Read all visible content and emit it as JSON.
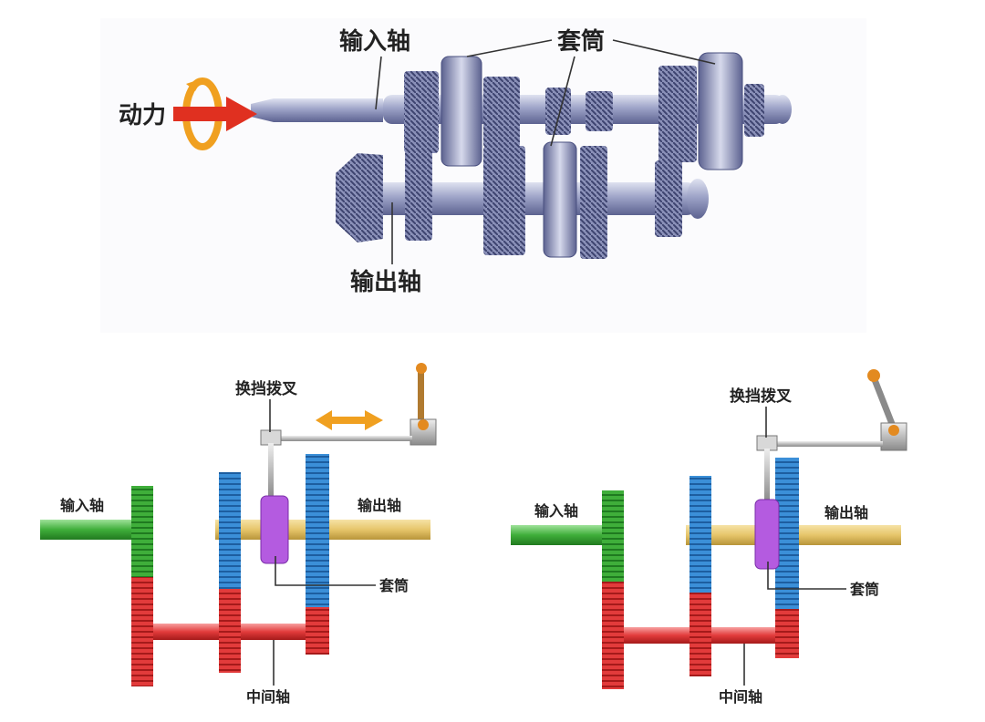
{
  "top_figure": {
    "label_input_shaft": "输入轴",
    "label_sleeves": "套筒",
    "label_power": "动力",
    "label_output_shaft": "输出轴"
  },
  "left_figure": {
    "label_shift_fork": "换挡拨叉",
    "label_input_shaft": "输入轴",
    "label_output_shaft": "输出轴",
    "label_sleeve": "套筒",
    "label_countershaft": "中间轴"
  },
  "right_figure": {
    "label_shift_fork": "换挡拨叉",
    "label_input_shaft": "输入轴",
    "label_output_shaft": "输出轴",
    "label_sleeve": "套筒",
    "label_countershaft": "中间轴"
  },
  "colors": {
    "input_gear_green": "#3fae3a",
    "counter_gear_red": "#e23b3b",
    "output_gear_blue": "#3b8fd8",
    "sleeve_purple": "#b45be0",
    "output_shaft_yellow": "#e6c56a",
    "arrow_orange": "#f0a020",
    "power_arrow_red": "#e03020"
  }
}
